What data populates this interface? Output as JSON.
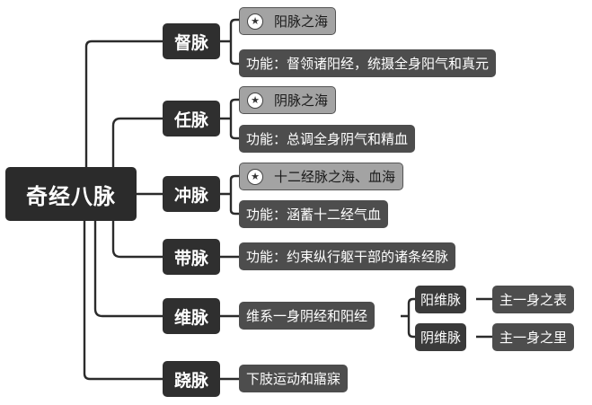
{
  "root": "奇经八脉",
  "meridians": [
    {
      "name": "督脉",
      "sea": "阳脉之海",
      "func": "功能：督领诸阳经，统摄全身阳气和真元"
    },
    {
      "name": "任脉",
      "sea": "阴脉之海",
      "func": "功能：总调全身阴气和精血"
    },
    {
      "name": "冲脉",
      "sea": "十二经脉之海、血海",
      "func": "功能：涵蓄十二经气血"
    },
    {
      "name": "带脉",
      "func": "功能：约束纵行躯干部的诸条经脉"
    },
    {
      "name": "维脉",
      "func": "维系一身阴经和阳经",
      "sub": [
        {
          "name": "阳维脉",
          "leaf": "主一身之表"
        },
        {
          "name": "阴维脉",
          "leaf": "主一身之里"
        }
      ]
    },
    {
      "name": "跷脉",
      "func": "下肢运动和寤寐"
    }
  ],
  "icons": {
    "star": "star-circle-icon"
  },
  "colors": {
    "node_dark": "#2f2f2f",
    "node_mid": "#4d4d4d",
    "node_light": "#a3a3a3",
    "line": "#2b2b2b"
  }
}
